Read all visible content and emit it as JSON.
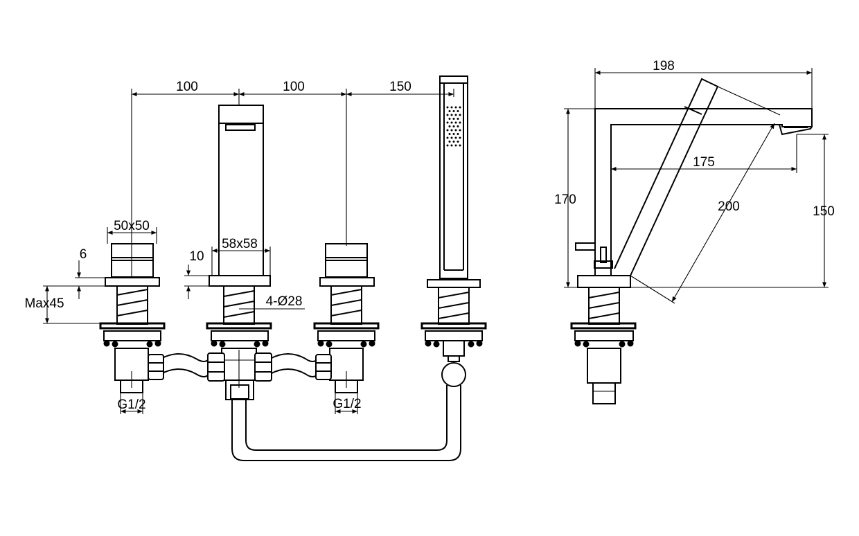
{
  "front_view": {
    "dim_spacing_1": "100",
    "dim_spacing_2": "100",
    "dim_spacing_3": "150",
    "dim_handle_square": "50x50",
    "dim_spout_square": "58x58",
    "dim_plate_thickness": "6",
    "dim_spout_plate": "10",
    "dim_max_deck": "Max45",
    "dim_holes": "4-Ø28",
    "dim_thread_left": "G1/2",
    "dim_thread_right": "G1/2"
  },
  "side_view": {
    "dim_reach": "198",
    "dim_spout_height": "170",
    "dim_projection": "175",
    "dim_diagonal": "200",
    "dim_outlet_height": "150"
  }
}
